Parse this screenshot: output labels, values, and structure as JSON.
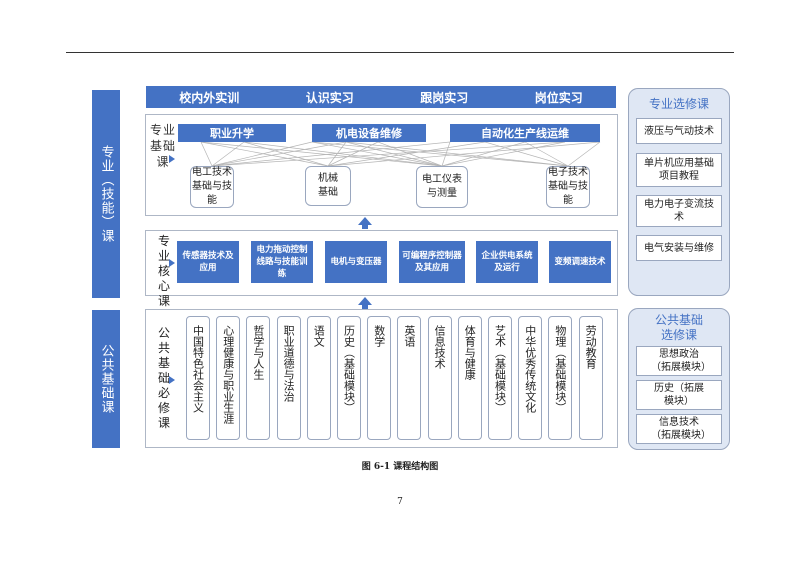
{
  "left_bars": {
    "specialty": "专业（技能）课",
    "public": "公共基础课"
  },
  "internship_bar": [
    "校内外实训",
    "认识实习",
    "跟岗实习",
    "岗位实习"
  ],
  "specialty_foundation": {
    "label": "专业基础课",
    "directions": [
      "职业升学",
      "机电设备维修",
      "自动化生产线运维"
    ],
    "courses": [
      "电工技术基础与技能",
      "机械基础",
      "电工仪表与测量",
      "电子技术基础与技能"
    ]
  },
  "specialty_core": {
    "label": "专业核心课",
    "courses": [
      "传感器技术及应用",
      "电力拖动控制线路与技能训练",
      "电机与变压器",
      "可编程序控制器及其应用",
      "企业供电系统及运行",
      "变频调速技术"
    ]
  },
  "public_required": {
    "label": "公共基础必修课",
    "courses": [
      "中国特色社会主义",
      "心理健康与职业生涯",
      "哲学与人生",
      "职业道德与法治",
      "语文",
      "历史（基础模块）",
      "数学",
      "英语",
      "信息技术",
      "体育与健康",
      "艺术（基础模块）",
      "中华优秀传统文化",
      "物理（基础模块）",
      "劳动教育"
    ]
  },
  "specialty_elective": {
    "title": "专业选修课",
    "items": [
      "液压与气动技术",
      "单片机应用基础项目教程",
      "电力电子变流技术",
      "电气安装与维修"
    ]
  },
  "public_elective": {
    "title": "公共基础选修课",
    "items": [
      "思想政治（拓展模块）",
      "历史（拓展模块）",
      "信息技术（拓展模块）"
    ]
  },
  "caption": "图 6-1 课程结构图",
  "page_number": "7",
  "colors": {
    "accent": "#4472c4",
    "elective_bg": "#dfe7f4"
  }
}
